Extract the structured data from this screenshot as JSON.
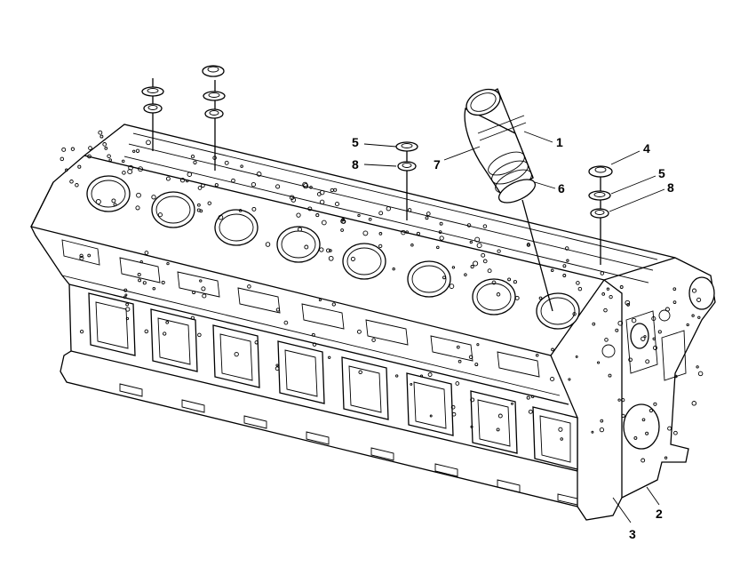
{
  "diagram": {
    "callouts": [
      {
        "id": "1",
        "label": "1"
      },
      {
        "id": "2",
        "label": "2"
      },
      {
        "id": "3",
        "label": "3"
      },
      {
        "id": "4",
        "label": "4"
      },
      {
        "id": "5a",
        "label": "5"
      },
      {
        "id": "5b",
        "label": "5"
      },
      {
        "id": "6",
        "label": "6"
      },
      {
        "id": "7",
        "label": "7"
      },
      {
        "id": "8a",
        "label": "8"
      },
      {
        "id": "8b",
        "label": "8"
      }
    ]
  }
}
